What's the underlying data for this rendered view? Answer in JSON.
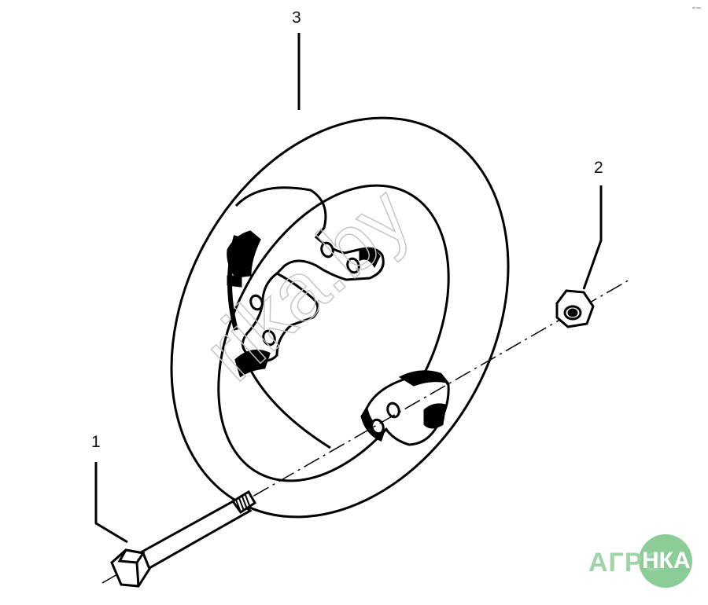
{
  "callouts": {
    "one": "1",
    "two": "2",
    "three": "3"
  },
  "watermark": {
    "text": "rika.by"
  },
  "logo": {
    "left_text": "АГРО",
    "right_text": "НКА",
    "colors": {
      "ring": "#8ccc97",
      "text": "#9fd3a8"
    }
  },
  "corner_note": {
    "text": "ᵃᵇ ᵃᵃᵃ"
  },
  "parts": [
    {
      "number": "1",
      "name": "bolt-icon"
    },
    {
      "number": "2",
      "name": "nut-icon"
    },
    {
      "number": "3",
      "name": "hub-ring-icon"
    }
  ]
}
